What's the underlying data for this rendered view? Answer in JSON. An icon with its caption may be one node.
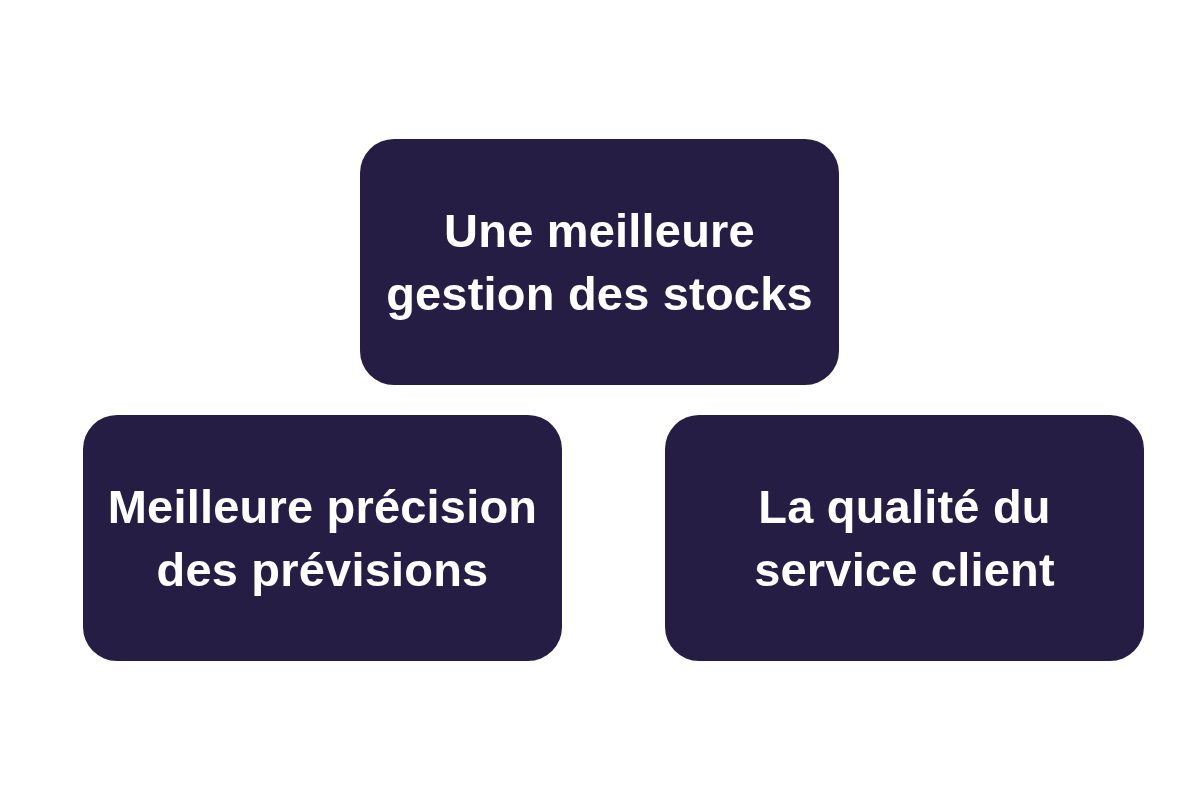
{
  "diagram": {
    "nodes": [
      {
        "text": [
          "Une meilleure gestion des stocks"
        ]
      },
      {
        "text": [
          "Meilleure précision des prévisions"
        ]
      },
      {
        "text": [
          "La qualité du service client"
        ]
      }
    ]
  }
}
